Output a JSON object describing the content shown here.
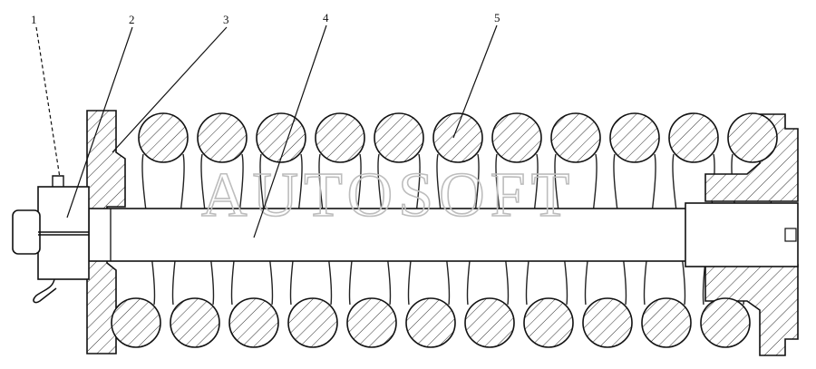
{
  "drawing": {
    "callouts": [
      {
        "id": "c1",
        "label": "1"
      },
      {
        "id": "c2",
        "label": "2"
      },
      {
        "id": "c3",
        "label": "3"
      },
      {
        "id": "c4",
        "label": "4"
      },
      {
        "id": "c5",
        "label": "5"
      }
    ],
    "watermark": "AUTOSOFT",
    "spring_coils": 11
  }
}
